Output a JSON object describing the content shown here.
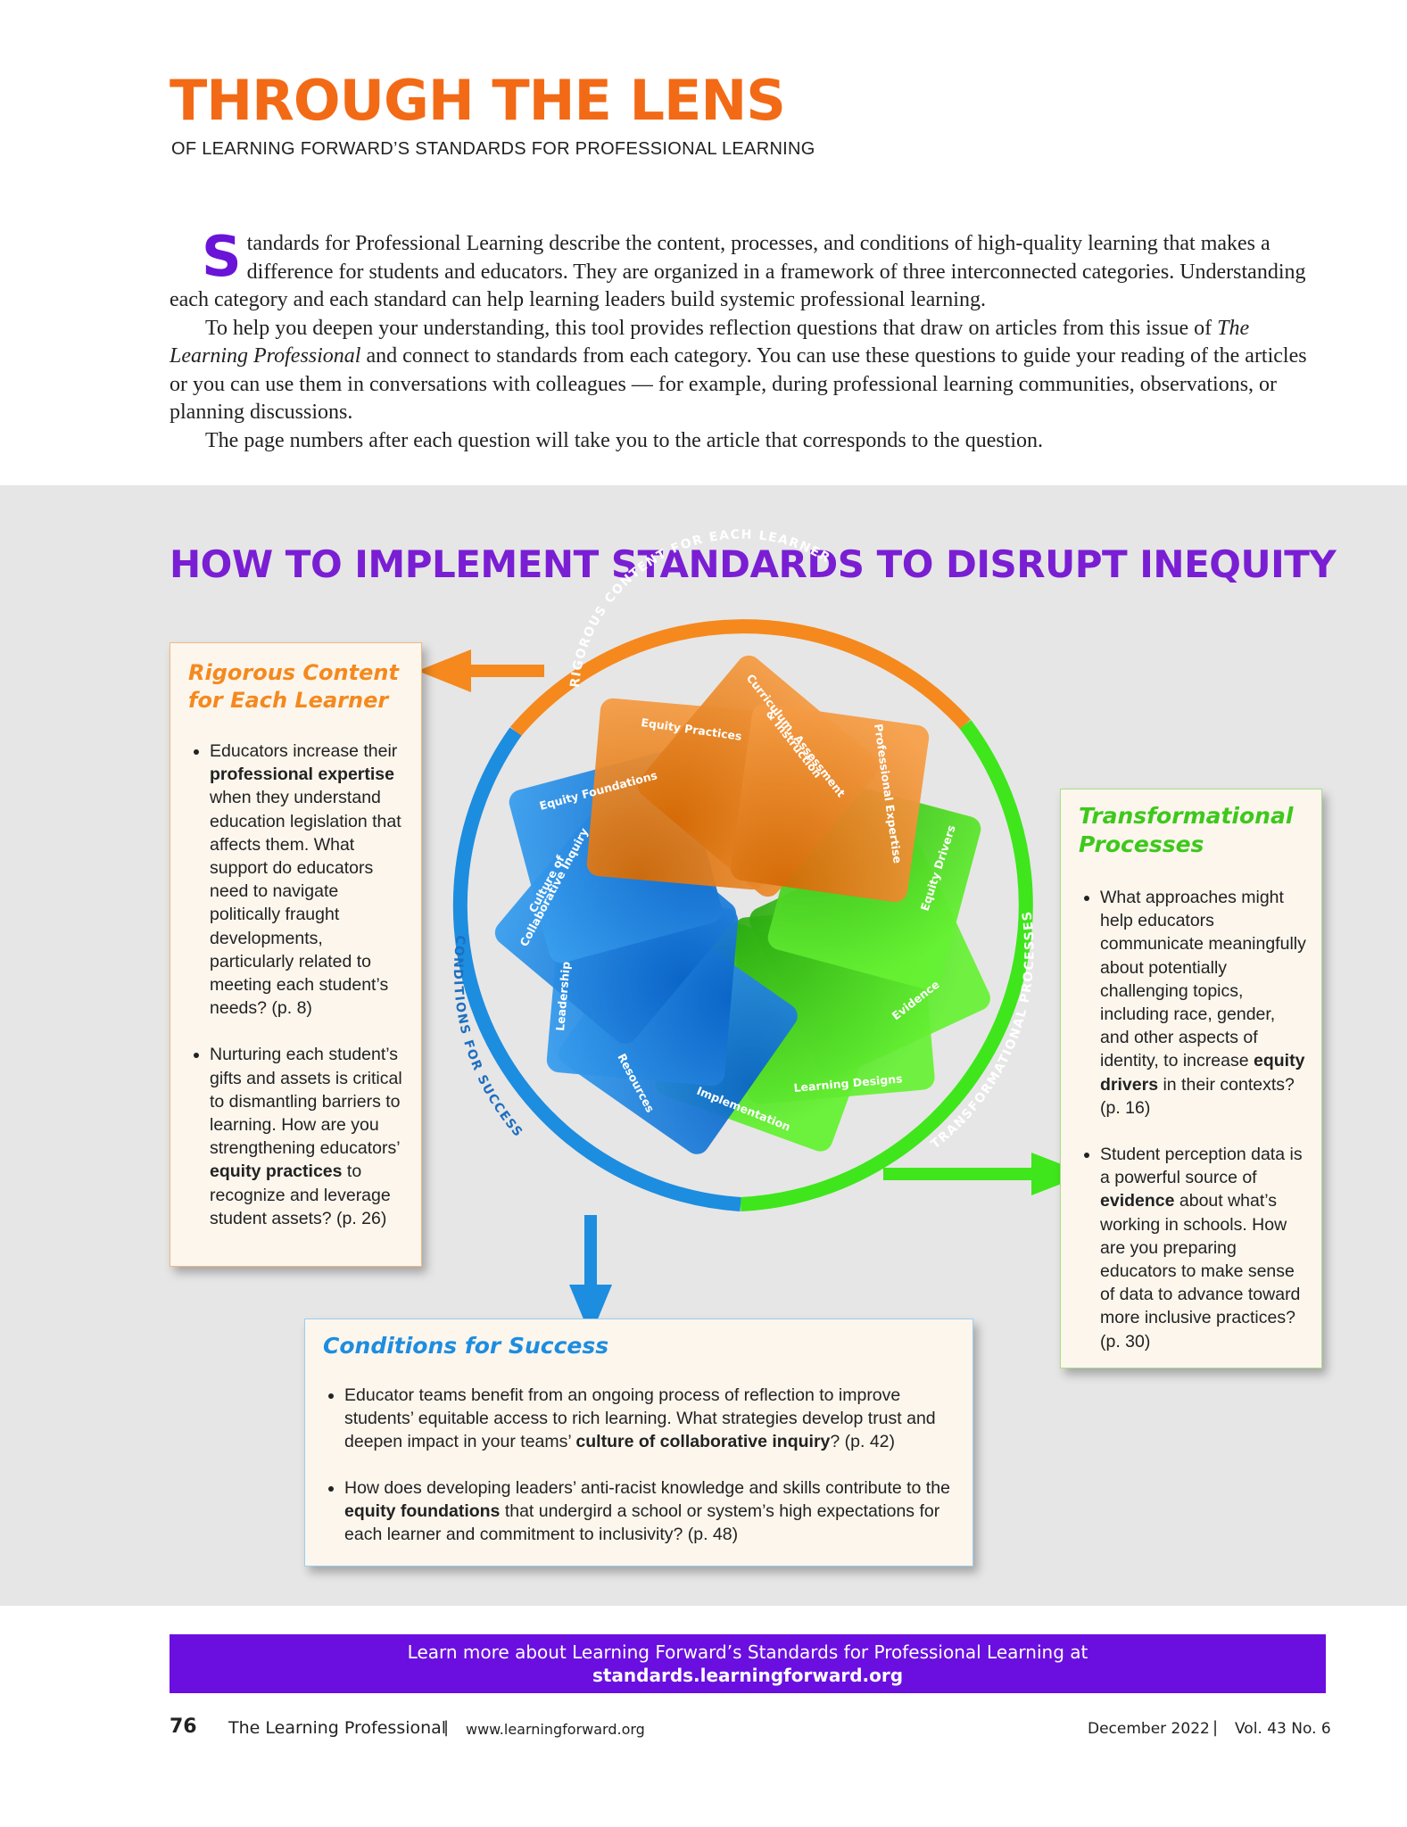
{
  "header": {
    "title": "THROUGH THE LENS",
    "subtitle": "OF LEARNING FORWARD’S STANDARDS FOR PROFESSIONAL LEARNING"
  },
  "intro": {
    "dropcap": "S",
    "p1": "tandards for Professional Learning describe the content, processes, and conditions of high-quality learning that makes a difference for students and educators. They are organized in a framework of three interconnected categories. Understanding each category and each standard can help learning leaders build systemic professional learning.",
    "p2_before": "To help you deepen your understanding, this tool provides reflection questions that draw on articles from this issue of ",
    "p2_italic": "The Learning Professional",
    "p2_after": " and connect to standards from each category. You can use these questions to guide your reading of the articles or you can use them in conversations with colleagues — for example, during professional learning communities, observations, or planning discussions.",
    "p3": "The page numbers after each question will take you to the article that corresponds to the question."
  },
  "section_title": "HOW TO IMPLEMENT STANDARDS TO DISRUPT INEQUITY",
  "colors": {
    "orange": "#f5891e",
    "green": "#3fe61b",
    "blue": "#1d8de0",
    "purple": "#6a0fe0"
  },
  "wheel": {
    "ring_labels": {
      "top": "RIGOROUS CONTENT FOR EACH LEARNER",
      "right": "TRANSFORMATIONAL PROCESSES",
      "left": "CONDITIONS FOR SUCCESS"
    },
    "petals": {
      "equity_practices": "Equity Practices",
      "curriculum_1": "Curriculum, Assessment",
      "curriculum_2": "& Instruction",
      "professional_expertise": "Professional Expertise",
      "equity_drivers": "Equity Drivers",
      "evidence": "Evidence",
      "learning_designs": "Learning Designs",
      "implementation": "Implementation",
      "resources": "Resources",
      "leadership": "Leadership",
      "culture_1": "Culture of",
      "culture_2": "Collaborative Inquiry",
      "equity_foundations": "Equity Foundations"
    }
  },
  "rigorous": {
    "title_line1": "Rigorous Content",
    "title_line2": "for Each Learner",
    "b1_pre": "Educators increase their ",
    "b1_bold": "professional expertise",
    "b1_post": " when they understand education legislation that affects them. What support do educators need to navigate politically fraught developments, particularly related to meeting each student’s needs? (p. 8)",
    "b2_pre": "Nurturing each student’s gifts and assets is critical to dismantling barriers to learning. How are you strengthening educators’ ",
    "b2_bold": "equity practices",
    "b2_post": " to recognize and leverage student assets? (p. 26)"
  },
  "transformational": {
    "title_line1": "Transformational",
    "title_line2": "Processes",
    "b1_pre": "What approaches might help educators communicate meaningfully about potentially challenging topics, including race, gender, and other aspects of identity, to increase ",
    "b1_bold": "equity drivers",
    "b1_post": " in their contexts? (p. 16)",
    "b2_pre": "Student perception data is a powerful source of ",
    "b2_bold": "evidence",
    "b2_post": " about what’s working in schools. How are you preparing educators to make sense of data to advance toward more inclusive practices? (p. 30)"
  },
  "conditions": {
    "title": "Conditions for Success",
    "b1_pre": "Educator teams benefit from an ongoing process of reflection to improve students’ equitable access to rich learning. What strategies develop trust and deepen impact in your teams’ ",
    "b1_bold": "culture of collaborative inquiry",
    "b1_post": "? (p. 42)",
    "b2_pre": "How does developing leaders’ anti-racist knowledge and skills contribute to the ",
    "b2_bold": "equity foundations",
    "b2_post": " that undergird a school or system’s high expectations for each learner and commitment to inclusivity? (p. 48)"
  },
  "banner": {
    "line1": "Learn more about Learning Forward’s Standards for Professional Learning at",
    "url": "standards.learningforward.org"
  },
  "footer": {
    "page": "76",
    "publication": "The Learning Professional",
    "separator": "|",
    "website": "www.learningforward.org",
    "date": "December 2022",
    "volume": "Vol. 43 No. 6"
  }
}
